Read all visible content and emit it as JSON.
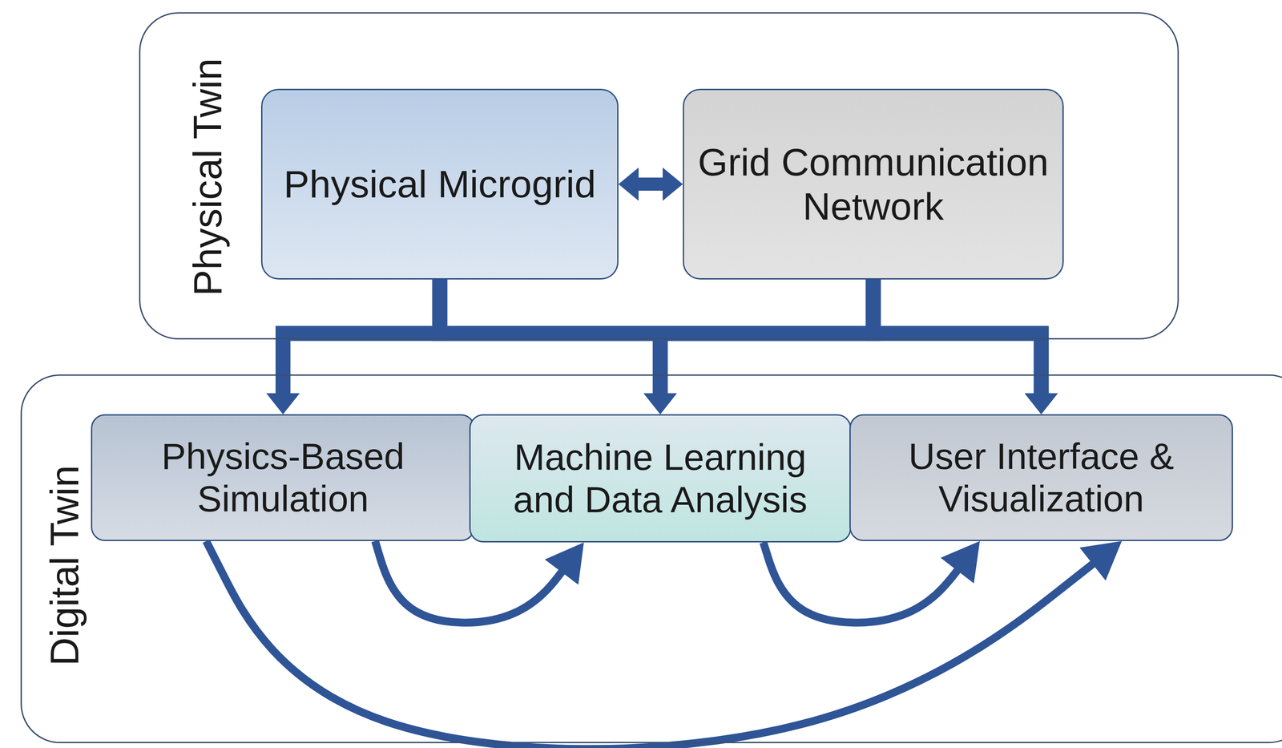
{
  "diagram": {
    "nodes": [
      {
        "text": [
          "Physical Twin"
        ]
      },
      {
        "text": [
          "Physical Microgrid"
        ],
        "in": 0
      },
      {
        "text": [
          "Grid Communication Network"
        ],
        "in": 0
      },
      {
        "text": [
          "Digital Twin"
        ]
      },
      {
        "text": [
          "Physics-Based Simulation"
        ],
        "in": 3
      },
      {
        "text": [
          "Machine Learning and Data Analysis"
        ],
        "in": 3
      },
      {
        "text": [
          "User Interface & Visualization"
        ],
        "in": 3
      }
    ],
    "edges": [
      {
        "from": 1,
        "to": 2,
        "arrow": "both"
      },
      {
        "from": 1,
        "to": 4,
        "arrow": "to"
      },
      {
        "from": 1,
        "to": 5,
        "arrow": "to"
      },
      {
        "from": 1,
        "to": 6,
        "arrow": "to"
      },
      {
        "from": 2,
        "to": 4,
        "arrow": "to"
      },
      {
        "from": 2,
        "to": 5,
        "arrow": "to"
      },
      {
        "from": 2,
        "to": 6,
        "arrow": "to"
      },
      {
        "from": 4,
        "to": 5,
        "arrow": "to"
      },
      {
        "from": 5,
        "to": 6,
        "arrow": "to"
      },
      {
        "from": 4,
        "to": 6,
        "arrow": "to"
      }
    ]
  }
}
